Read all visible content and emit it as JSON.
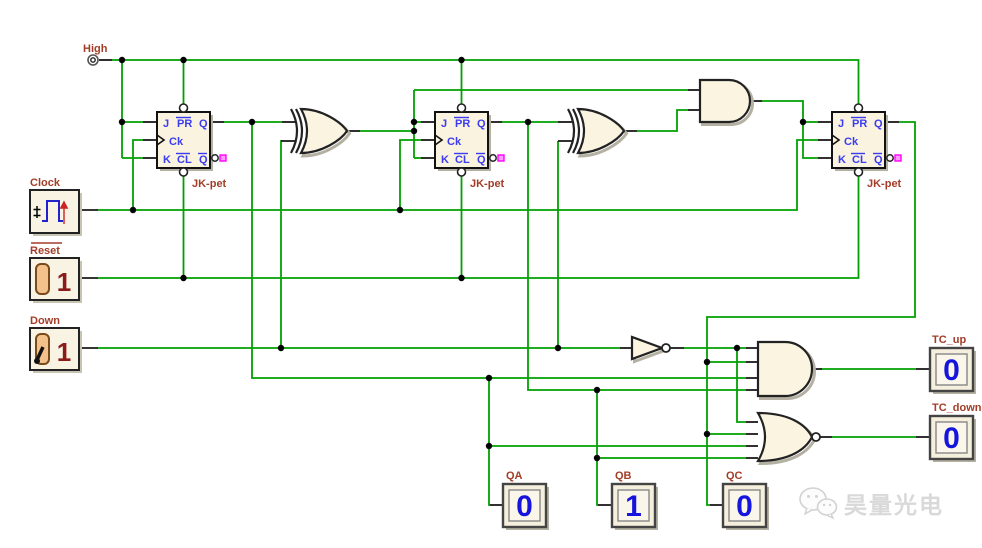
{
  "inputs": {
    "high": {
      "label": "High"
    },
    "clock": {
      "label": "Clock"
    },
    "reset": {
      "label": "Reset",
      "value": "1"
    },
    "down": {
      "label": "Down",
      "value": "1"
    }
  },
  "flipflops": {
    "type_label": "JK-pet",
    "pins": {
      "j": "J",
      "pr": "PR",
      "q": "Q",
      "ck": "Ck",
      "k": "K",
      "cl": "CL",
      "qbar": "Q"
    }
  },
  "displays": {
    "qa": {
      "label": "QA",
      "value": "0"
    },
    "qb": {
      "label": "QB",
      "value": "1"
    },
    "qc": {
      "label": "QC",
      "value": "0"
    },
    "tc_up": {
      "label": "TC_up",
      "value": "0"
    },
    "tc_down": {
      "label": "TC_down",
      "value": "0"
    }
  },
  "watermark": {
    "text": "昊量光电"
  },
  "colors": {
    "wire_green": "#00a000",
    "label_red": "#a33d28",
    "pin_blue": "#3b3bf0",
    "digit_blue": "#1515dd",
    "switch_digit_red": "#8b1a1a",
    "gate_fill": "#faf4e1",
    "unconnected_magenta": "#ff00ff",
    "lever_orange": "#f2c18c"
  }
}
